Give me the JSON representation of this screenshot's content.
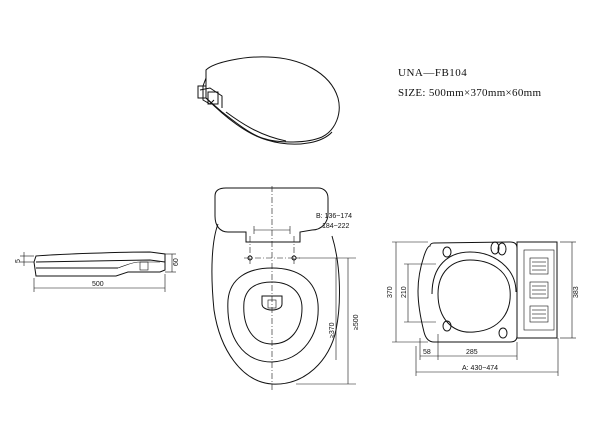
{
  "title": {
    "model": "UNA—FB104",
    "size": "SIZE: 500mm×370mm×60mm"
  },
  "dims": {
    "side_height": "60",
    "side_step": "5",
    "side_length": "500",
    "b_range": "B: 136~174",
    "c_range": "184~222",
    "front_inner": "≥370",
    "front_outer": "≥500",
    "bottom_height_outer": "370",
    "bottom_height_inner": "210",
    "bottom_height_right": "383",
    "bottom_left": "58",
    "bottom_inner_width": "285",
    "bottom_width_range": "A: 430~474"
  }
}
